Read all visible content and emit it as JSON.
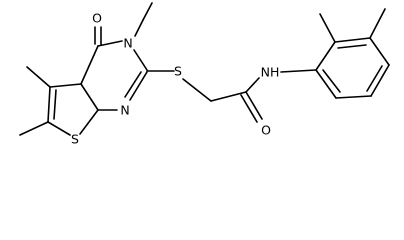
{
  "structure": {
    "atoms": {
      "carbonyl_oxygen": "O",
      "ring_nitrogen_n3": "N",
      "ring_nitrogen_n1": "N",
      "thiophene_sulfur": "S",
      "thioether_sulfur": "S",
      "amide_nitrogen_h": "NH",
      "amide_oxygen": "O"
    }
  },
  "colors": {
    "bond": "#000000",
    "label": "#000000",
    "background": "#ffffff"
  }
}
